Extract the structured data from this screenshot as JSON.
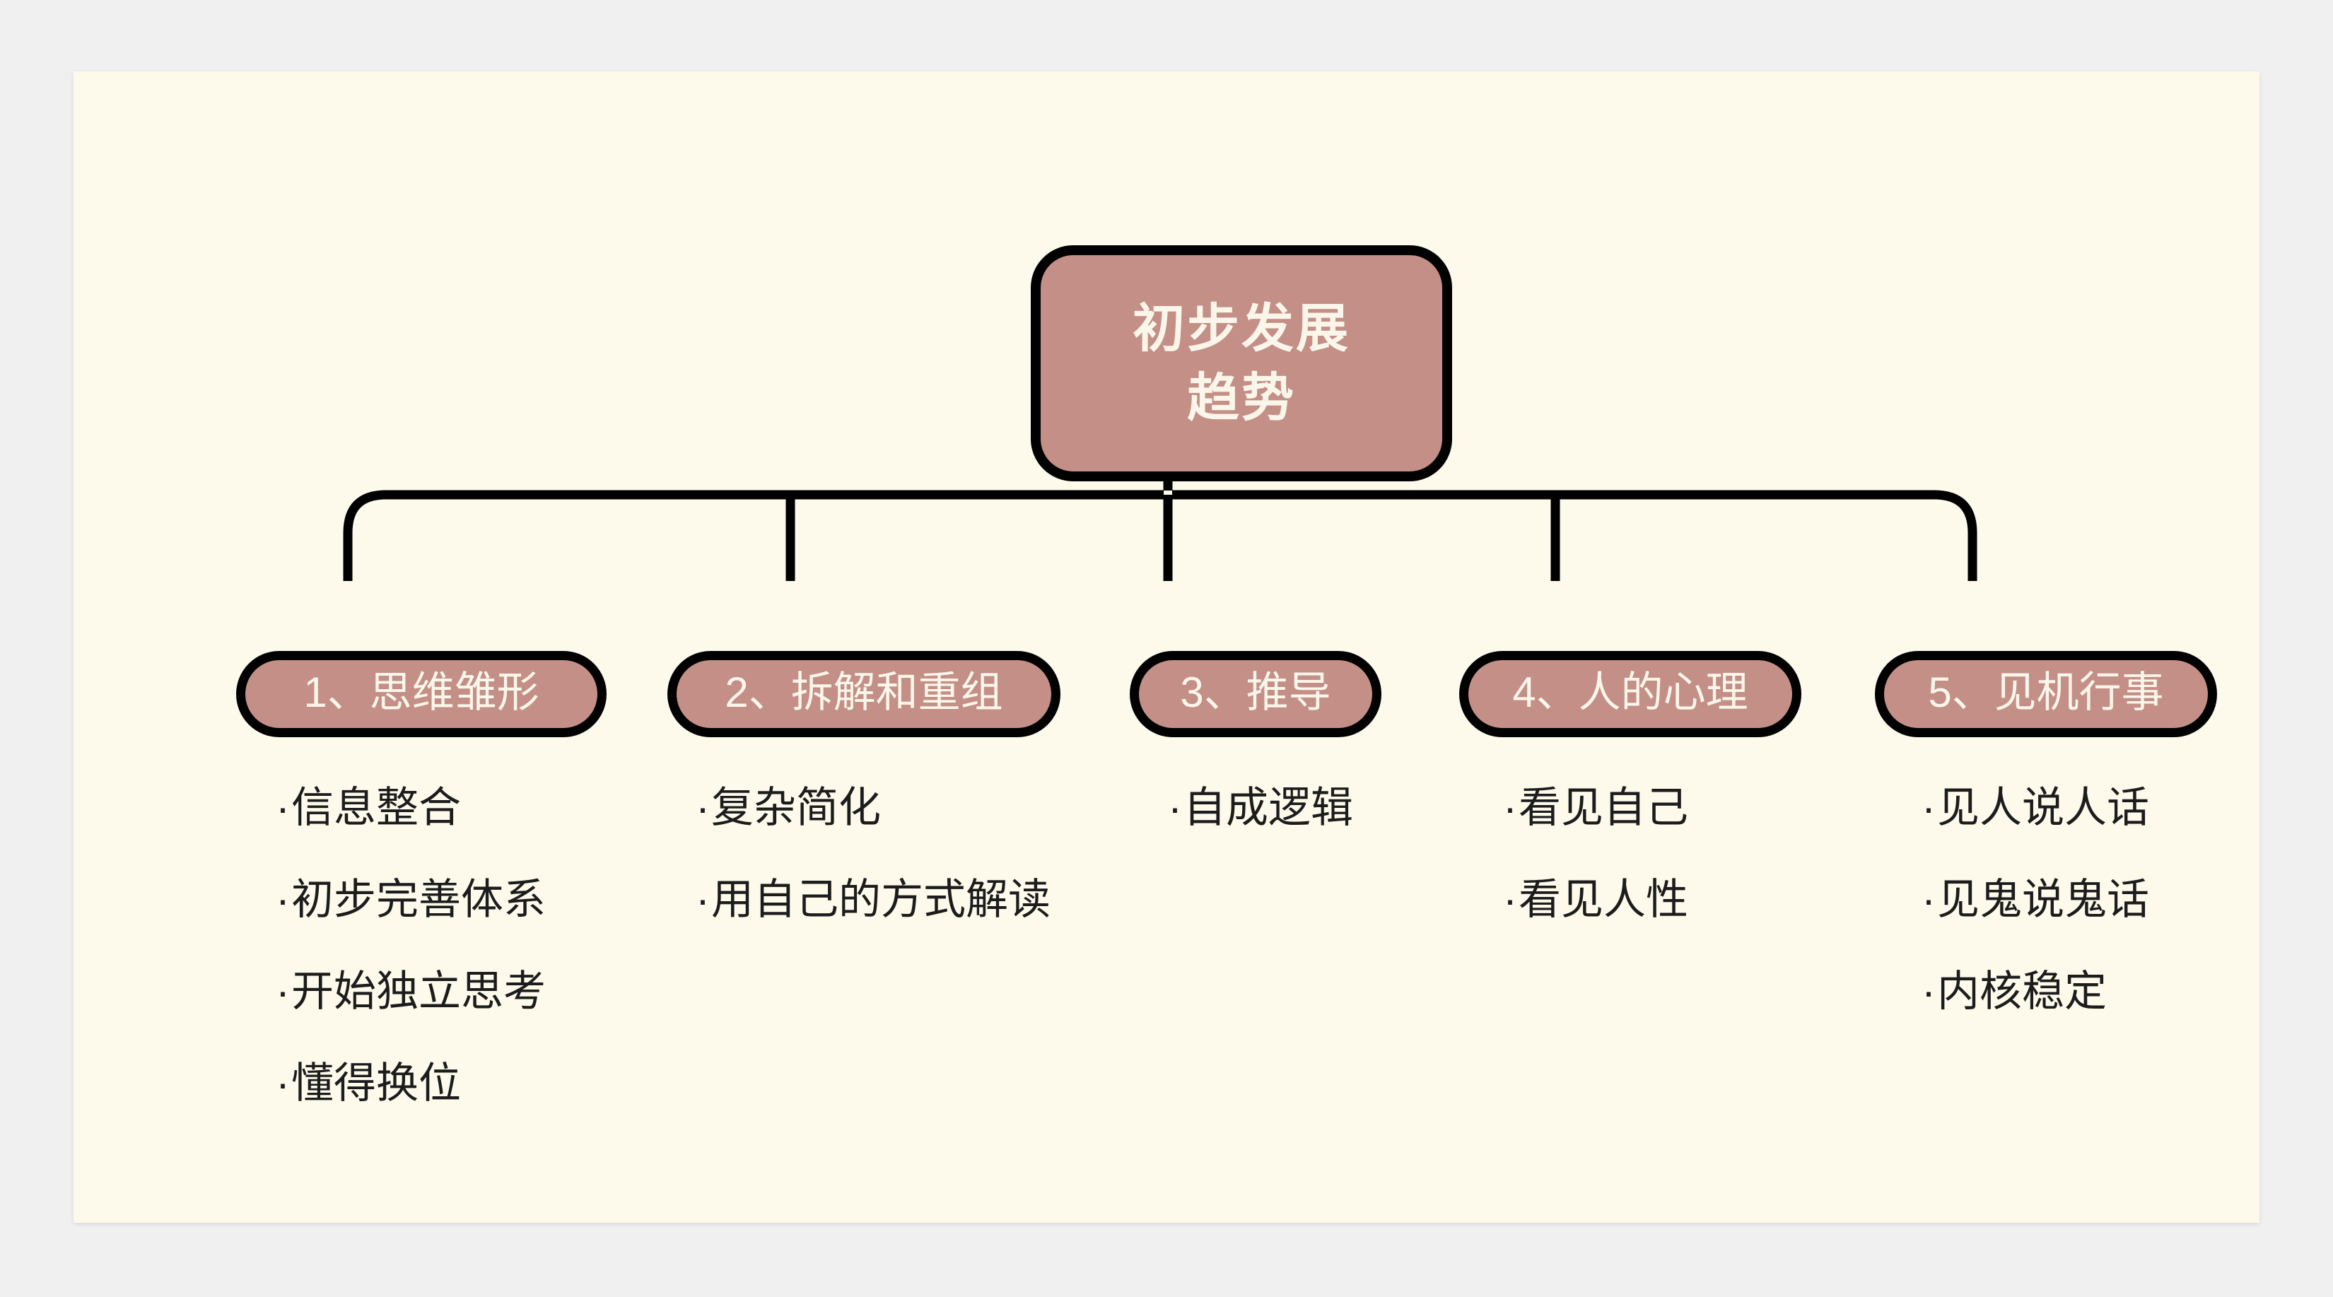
{
  "theme": {
    "page_bg": "#f0f0f0",
    "canvas_bg": "#fdfaec",
    "node_fill": "#c48f87",
    "node_border": "#000000",
    "node_text": "#fbf6ea",
    "leaf_text": "#1c1c1c",
    "connector": "#000000"
  },
  "root": {
    "line1": "初步发展",
    "line2": "趋势",
    "full_text": "初步发展趋势"
  },
  "bullet": "·",
  "branches": [
    {
      "label": "1、思维雏形",
      "index": "1",
      "title": "思维雏形",
      "items": [
        "信息整合",
        "初步完善体系",
        "开始独立思考",
        "懂得换位"
      ]
    },
    {
      "label": "2、拆解和重组",
      "index": "2",
      "title": "拆解和重组",
      "items": [
        "复杂简化",
        "用自己的方式解读"
      ]
    },
    {
      "label": "3、推导",
      "index": "3",
      "title": "推导",
      "items": [
        "自成逻辑"
      ]
    },
    {
      "label": "4、人的心理",
      "index": "4",
      "title": "人的心理",
      "items": [
        "看见自己",
        "看见人性"
      ]
    },
    {
      "label": "5、见机行事",
      "index": "5",
      "title": "见机行事",
      "items": [
        "见人说人话",
        "见鬼说鬼话",
        "内核稳定"
      ]
    }
  ],
  "chart_data": {
    "type": "diagram",
    "diagram_kind": "mind-map-tree",
    "orientation": "top-down",
    "title": "初步发展趋势",
    "levels": 3,
    "root": "初步发展趋势",
    "nodes": [
      {
        "id": "root",
        "label": "初步发展趋势",
        "level": 0,
        "parent": null,
        "shape": "rounded-rect"
      },
      {
        "id": "b1",
        "label": "1、思维雏形",
        "level": 1,
        "parent": "root",
        "shape": "pill"
      },
      {
        "id": "b2",
        "label": "2、拆解和重组",
        "level": 1,
        "parent": "root",
        "shape": "pill"
      },
      {
        "id": "b3",
        "label": "3、推导",
        "level": 1,
        "parent": "root",
        "shape": "pill"
      },
      {
        "id": "b4",
        "label": "4、人的心理",
        "level": 1,
        "parent": "root",
        "shape": "pill"
      },
      {
        "id": "b5",
        "label": "5、见机行事",
        "level": 1,
        "parent": "root",
        "shape": "pill"
      },
      {
        "id": "b1-1",
        "label": "信息整合",
        "level": 2,
        "parent": "b1",
        "shape": "text"
      },
      {
        "id": "b1-2",
        "label": "初步完善体系",
        "level": 2,
        "parent": "b1",
        "shape": "text"
      },
      {
        "id": "b1-3",
        "label": "开始独立思考",
        "level": 2,
        "parent": "b1",
        "shape": "text"
      },
      {
        "id": "b1-4",
        "label": "懂得换位",
        "level": 2,
        "parent": "b1",
        "shape": "text"
      },
      {
        "id": "b2-1",
        "label": "复杂简化",
        "level": 2,
        "parent": "b2",
        "shape": "text"
      },
      {
        "id": "b2-2",
        "label": "用自己的方式解读",
        "level": 2,
        "parent": "b2",
        "shape": "text"
      },
      {
        "id": "b3-1",
        "label": "自成逻辑",
        "level": 2,
        "parent": "b3",
        "shape": "text"
      },
      {
        "id": "b4-1",
        "label": "看见自己",
        "level": 2,
        "parent": "b4",
        "shape": "text"
      },
      {
        "id": "b4-2",
        "label": "看见人性",
        "level": 2,
        "parent": "b4",
        "shape": "text"
      },
      {
        "id": "b5-1",
        "label": "见人说人话",
        "level": 2,
        "parent": "b5",
        "shape": "text"
      },
      {
        "id": "b5-2",
        "label": "见鬼说鬼话",
        "level": 2,
        "parent": "b5",
        "shape": "text"
      },
      {
        "id": "b5-3",
        "label": "内核稳定",
        "level": 2,
        "parent": "b5",
        "shape": "text"
      }
    ],
    "edges": [
      {
        "from": "root",
        "to": "b1"
      },
      {
        "from": "root",
        "to": "b2"
      },
      {
        "from": "root",
        "to": "b3"
      },
      {
        "from": "root",
        "to": "b4"
      },
      {
        "from": "root",
        "to": "b5"
      }
    ]
  }
}
